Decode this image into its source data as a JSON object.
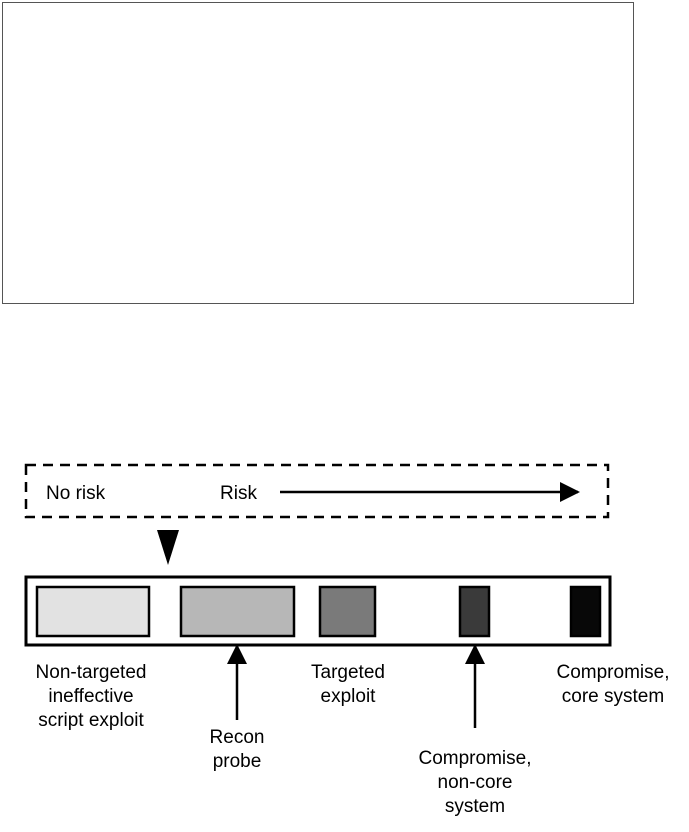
{
  "risk_scale": {
    "no_risk_label": "No risk",
    "risk_label": "Risk"
  },
  "categories": [
    {
      "id": "non-targeted",
      "label": "Non-targeted\nineffective\nscript exploit",
      "color": "#e2e2e2"
    },
    {
      "id": "recon",
      "label": "Recon\nprobe",
      "color": "#b7b7b7"
    },
    {
      "id": "targeted",
      "label": "Targeted\nexploit",
      "color": "#7a7a7a"
    },
    {
      "id": "compromise-noncore",
      "label": "Compromise,\nnon-core\nsystem",
      "color": "#3a3a3a"
    },
    {
      "id": "compromise-core",
      "label": "Compromise,\ncore system",
      "color": "#080808"
    }
  ]
}
